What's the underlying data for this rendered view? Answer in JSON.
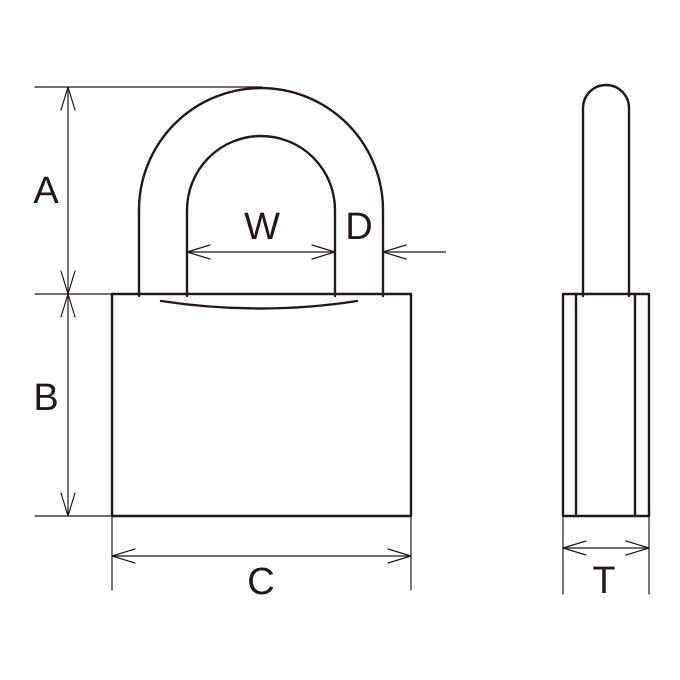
{
  "labels": {
    "a": "A",
    "b": "B",
    "c": "C",
    "w": "W",
    "d": "D",
    "t": "T"
  },
  "colors": {
    "line": "#231815",
    "background": "#ffffff"
  }
}
